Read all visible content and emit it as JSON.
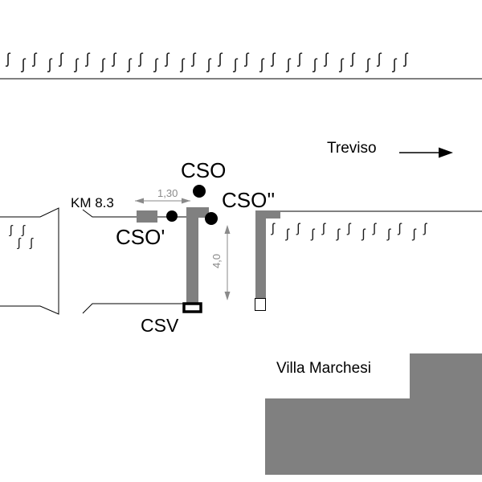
{
  "direction": {
    "label": "Treviso"
  },
  "points": {
    "cso": "CSO",
    "cso_prime": "CSO'",
    "cso_double": "CSO''",
    "csv": "CSV"
  },
  "annotations": {
    "km_marker": "KM 8.3",
    "building": "Villa Marchesi"
  },
  "dimensions": {
    "opening_width_m": "1,30",
    "opening_depth_m": "4,0"
  },
  "colors": {
    "structure_gray": "#808080",
    "dimension_gray": "#8a8a8a",
    "line_black": "#000000"
  },
  "decor": {
    "hatch_top_a": "ʃʃʃʃʃʃʃʃʃʃʃʃʃʃʃʃ",
    "hatch_top_b": "ʃʃʃʃʃʃʃʃʃʃʃʃʃʃʃ",
    "hatch_left_a": "ʃʃ",
    "hatch_left_b": "ʃʃ",
    "hatch_right_a": "ʃʃʃʃʃʃʃ",
    "hatch_right_b": "ʃʃʃʃʃʃ"
  }
}
